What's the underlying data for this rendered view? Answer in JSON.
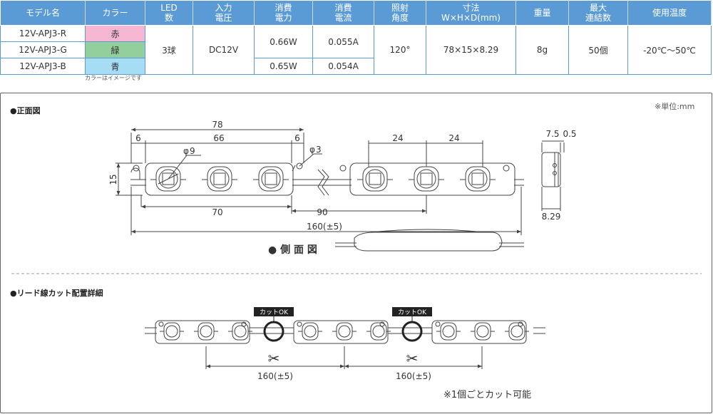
{
  "table": {
    "headers": {
      "model": "モデル名",
      "color": "カラー",
      "led": "LED\n数",
      "voltage": "入力\n電圧",
      "power": "消費\n電力",
      "current": "消費\n電流",
      "angle": "照射\n角度",
      "size": "寸法\nW×H×D(mm)",
      "weight": "重量",
      "max_chain": "最大\n連結数",
      "temp": "使用温度"
    },
    "rows": [
      {
        "model": "12V-APJ3-R",
        "color": "赤",
        "color_hex": "#f4b6d0"
      },
      {
        "model": "12V-APJ3-G",
        "color": "緑",
        "color_hex": "#93cf9c"
      },
      {
        "model": "12V-APJ3-B",
        "color": "青",
        "color_hex": "#a6dcf4"
      }
    ],
    "common": {
      "led": "3球",
      "voltage": "DC12V",
      "angle": "120°",
      "size": "78×15×8.29",
      "weight": "8g",
      "max_chain": "50個",
      "temp": "-20℃〜50℃"
    },
    "power_rg": "0.66W",
    "current_rg": "0.055A",
    "power_b": "0.65W",
    "current_b": "0.054A",
    "note": "カラーはイメージです"
  },
  "diagram": {
    "front_title": "●正面図",
    "unit": "※単位:mm",
    "dims": {
      "d78": "78",
      "d6a": "6",
      "d66": "66",
      "d6b": "6",
      "d9": "9",
      "d3": "3",
      "d15": "15",
      "d24a": "24",
      "d24b": "24",
      "d70": "70",
      "d90": "90",
      "d160": "160(±5)",
      "d7_5": "7.5",
      "d0_5": "0.5",
      "d8_29": "8.29"
    },
    "phi": "φ",
    "side_title": "● 側 面 図",
    "lead_title": "●リード線カット配置詳細",
    "cut_ok": "カットOK",
    "cut_dims": [
      "160(±5)",
      "160(±5)"
    ],
    "cut_note": "※1個ごとカット可能",
    "scissors": "✂",
    "colors": {
      "header": "#5b9bd5",
      "line": "#444"
    }
  }
}
